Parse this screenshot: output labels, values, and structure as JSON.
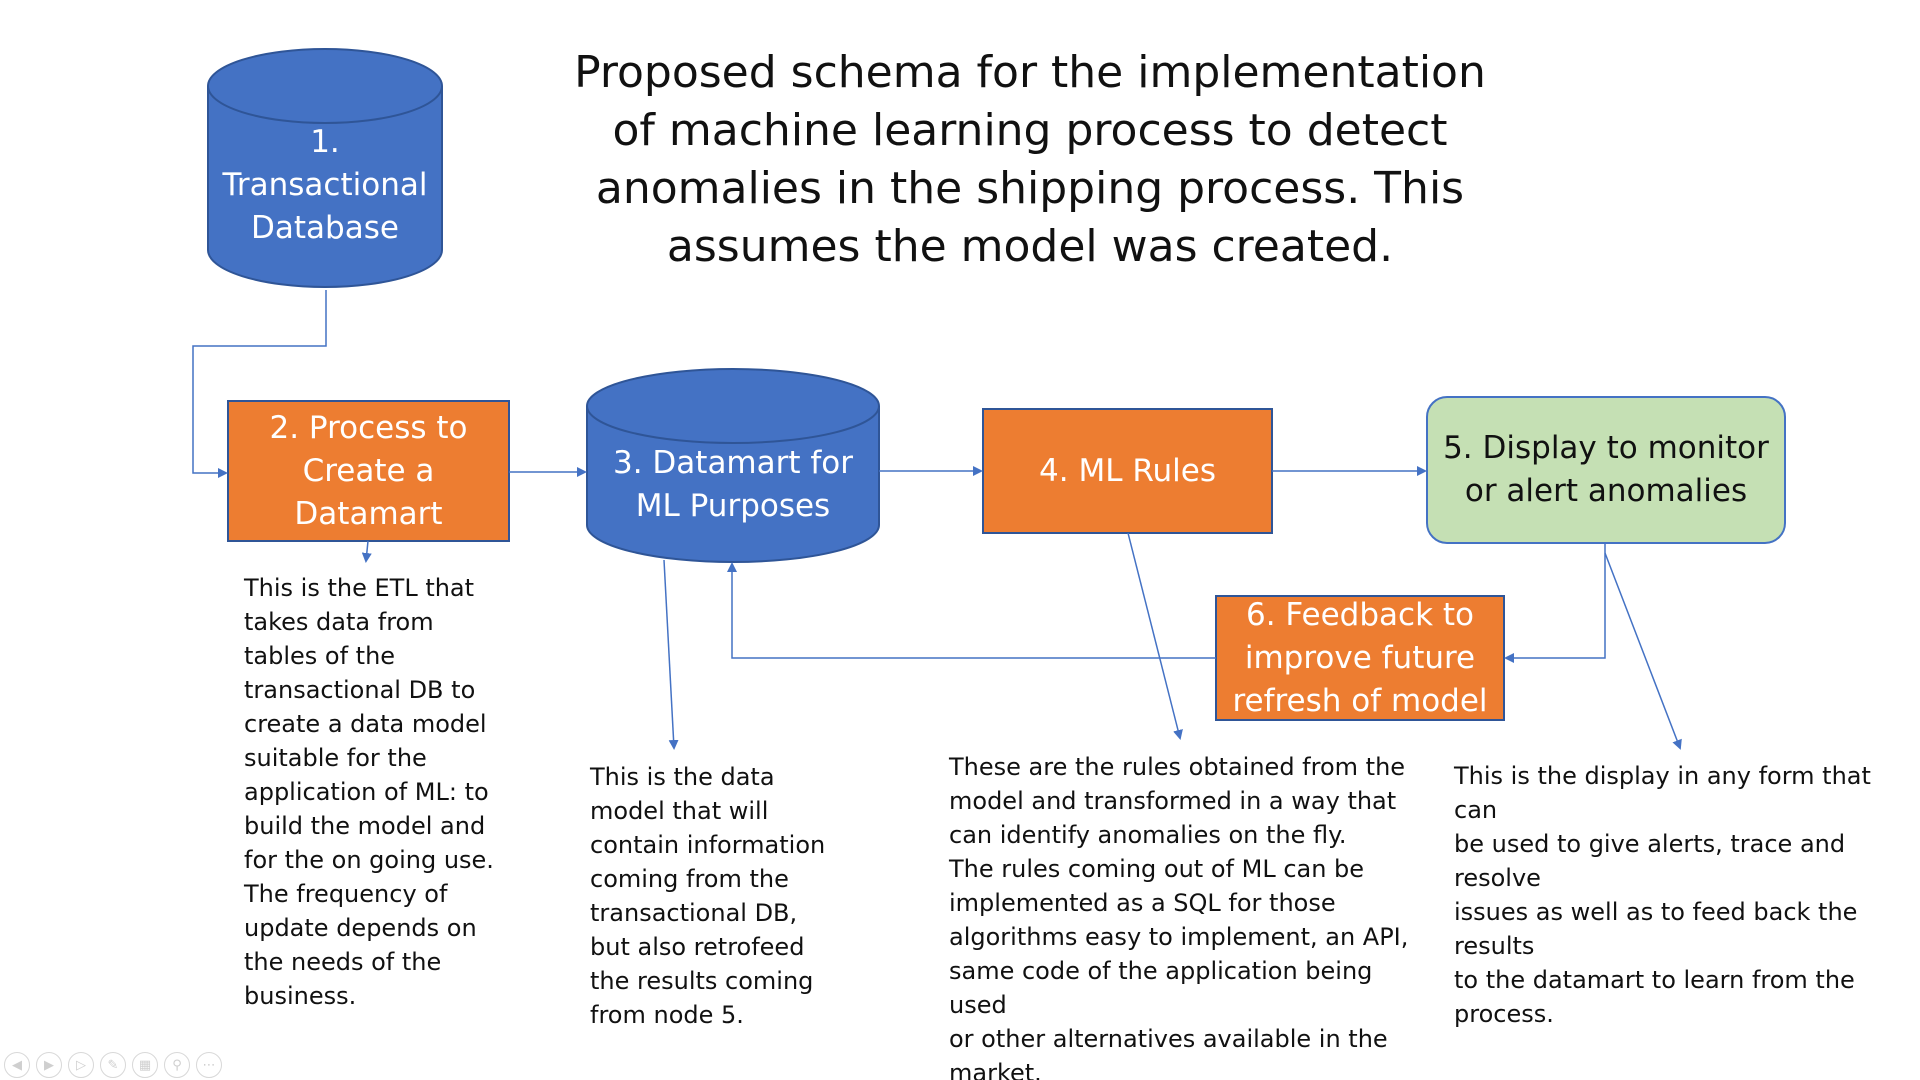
{
  "title": "Proposed schema for the implementation\nof machine learning process to detect\nanomalies in the shipping process. This\nassumes the model was created.",
  "nodes": {
    "transactional_db": "1.\nTransactional\nDatabase",
    "process_datamart": "2. Process to\nCreate a\nDatamart",
    "datamart_ml": "3. Datamart for\nML Purposes",
    "ml_rules": "4. ML Rules",
    "display": "5. Display to monitor\nor alert anomalies",
    "feedback": "6. Feedback to\nimprove future\nrefresh of model"
  },
  "notes": {
    "etl": "This is the ETL that\ntakes data from\ntables of the\ntransactional DB to\ncreate a data model\nsuitable for the\napplication of ML: to\nbuild the model and\nfor the on going use.\nThe frequency of\nupdate depends on\nthe needs of the\nbusiness.",
    "datamart": "This is the data\nmodel that will\ncontain information\ncoming from the\ntransactional DB,\nbut also retrofeed\nthe results coming\nfrom node 5.",
    "rules": "These are the rules obtained from the\nmodel and transformed in a way that\ncan identify anomalies on the fly.\nThe rules coming out of ML can be\nimplemented as a SQL for those\nalgorithms easy to implement, an API,\nsame code of the application being used\nor other alternatives available in the\nmarket.",
    "display": "This is the display in any form that can\nbe used to give alerts, trace and resolve\nissues as well as to feed back the results\nto the datamart to learn from the\nprocess."
  },
  "colors": {
    "blue": "#4472C4",
    "blue_border": "#2F5597",
    "orange": "#ED7D31",
    "orange_border": "#2F5597",
    "green": "#C5E0B4",
    "green_border": "#4472C4",
    "connector": "#4472C4"
  },
  "controls": [
    "prev-icon",
    "play-icon",
    "next-icon",
    "pen-icon",
    "slides-icon",
    "zoom-icon",
    "more-icon"
  ]
}
